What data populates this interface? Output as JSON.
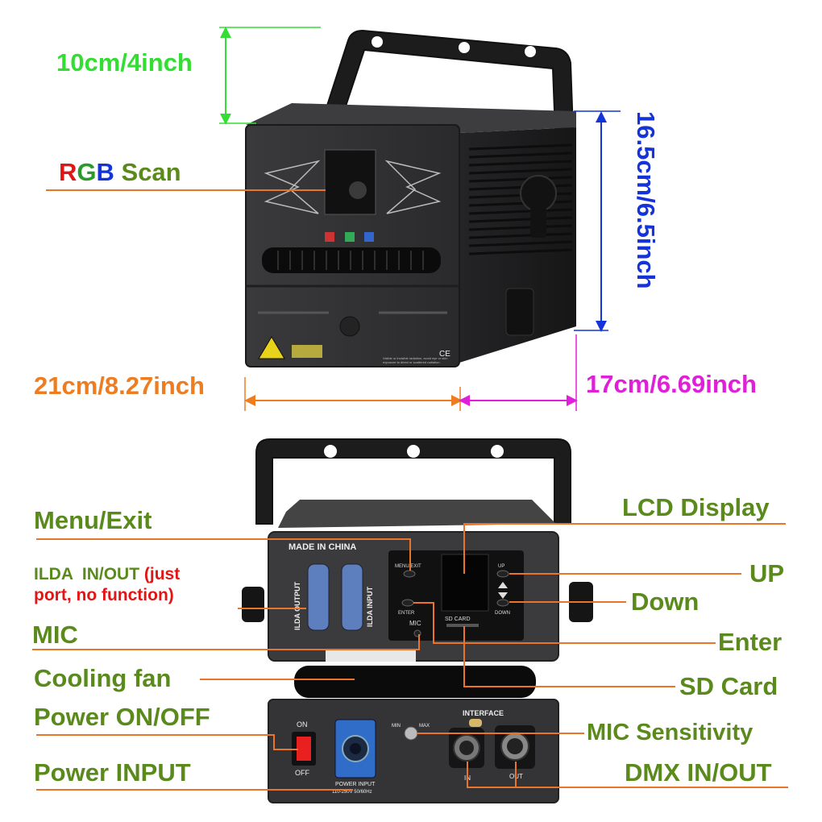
{
  "colors": {
    "label_green": "#5b8a1c",
    "bright_green": "#33dd33",
    "blue": "#1433d8",
    "orange": "#ee7d22",
    "magenta": "#e020d8",
    "red": "#e21515",
    "leader_line": "#e9742a"
  },
  "dimensions": {
    "height_top": "10cm/4inch",
    "height_body": "16.5cm/6.5inch",
    "width": "21cm/8.27inch",
    "depth": "17cm/6.69inch"
  },
  "rgb_scan": {
    "r": "R",
    "g": "G",
    "b": "B",
    "rest": " Scan"
  },
  "callouts": {
    "menu_exit": "Menu/Exit",
    "ilda_main": "ILDA  IN/OUT ",
    "ilda_note_a": "(just",
    "ilda_note_b": "port, no function)",
    "mic": "MIC",
    "cooling_fan": "Cooling fan",
    "power_switch": "Power ON/OFF",
    "power_input": "Power INPUT",
    "lcd_display": "LCD Display",
    "up": "UP",
    "down": "Down",
    "enter": "Enter",
    "sd_card": "SD Card",
    "mic_sensitivity": "MIC Sensitivity",
    "dmx": "DMX IN/OUT"
  },
  "panel_text": {
    "made_in": "MADE IN CHINA",
    "ilda_output": "ILDA OUTPUT",
    "ilda_input": "ILDA INPUT",
    "menu_exit": "MENU/EXIT",
    "enter": "ENTER",
    "mic": "MIC",
    "sd_card": "SD CARD",
    "up": "UP",
    "down": "DOWN",
    "interface": "INTERFACE",
    "in": "IN",
    "out": "OUT",
    "min": "MIN",
    "max": "MAX",
    "on": "ON",
    "off": "OFF",
    "power_input_a": "POWER INPUT",
    "power_input_b": "110-250V 50/60Hz",
    "ce": "CE",
    "warning_a": "Visible or invisible radiation, avoid eye or skin",
    "warning_b": "exposure to direct or scattered radiation."
  }
}
